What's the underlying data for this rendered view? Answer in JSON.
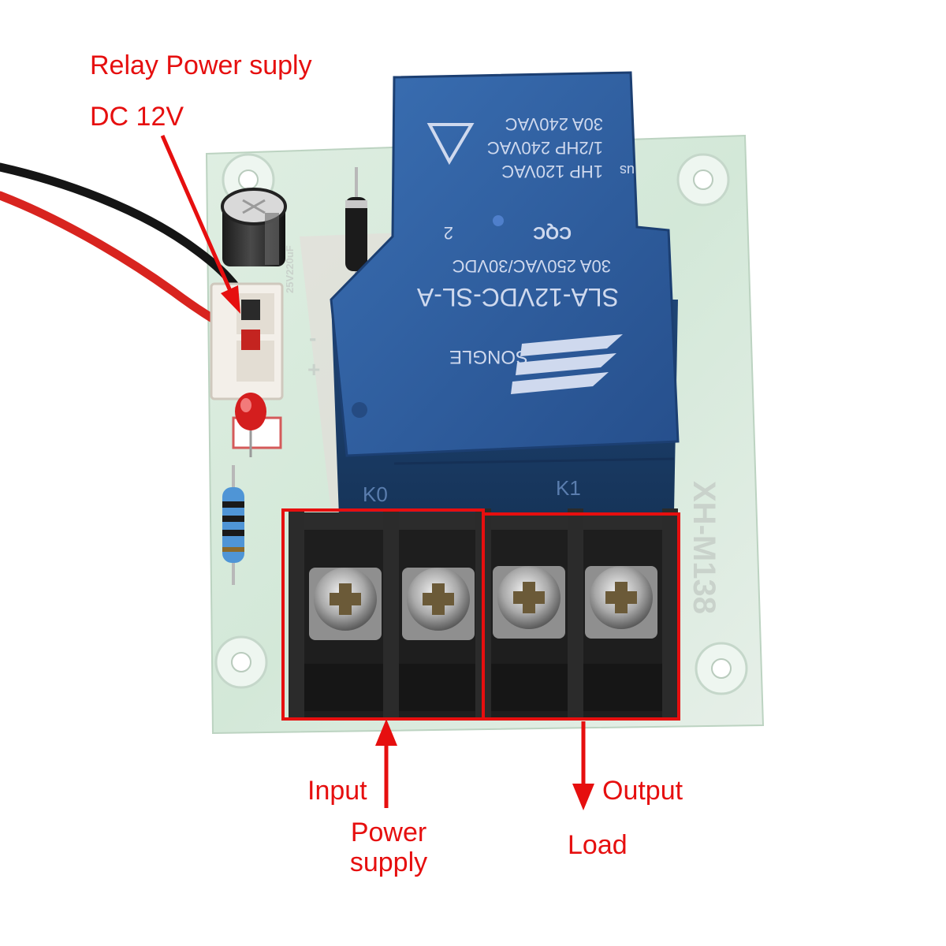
{
  "annotations": {
    "relay_power_line1": "Relay Power suply",
    "relay_power_line2": "DC 12V",
    "input": "Input",
    "power_supply_line1": "Power",
    "power_supply_line2": "supply",
    "output": "Output",
    "load": "Load"
  },
  "board": {
    "model_label": "XH-M138",
    "minus_label": "-",
    "plus_label": "+",
    "terminal_left_label": "K0",
    "terminal_right_label": "K1",
    "capacitor_label": "25V220uF"
  },
  "relay": {
    "rating_line1": "30A 240VAC",
    "rating_line2": "1/2HP 240VAC",
    "rating_line3": "1HP 120VAC",
    "cqc_mark": "CQC",
    "ul_mark": "us",
    "pin_mark": "2",
    "rating_line4": "30A 250VAC/30VDC",
    "model": "SLA-12VDC-SL-A",
    "brand": "SONGLE"
  },
  "colors": {
    "annotation": "#e60f0f",
    "pcb": "#d8ecdc",
    "relay": "#2d5d9e",
    "terminal": "#1e1e1e"
  }
}
